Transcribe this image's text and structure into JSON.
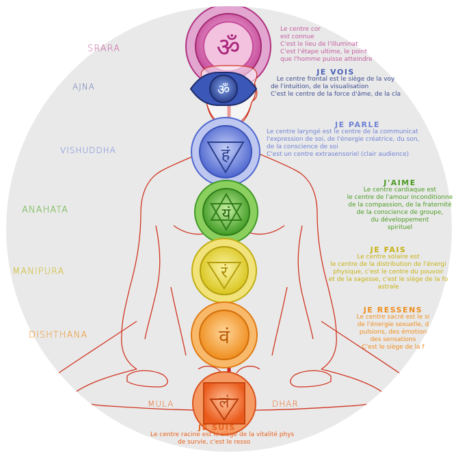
{
  "colors": {
    "background_disc": "#e9e9e9",
    "body_outline": "#d0321e",
    "spine": "#cc1f1f",
    "sahasrara": "#c64a9a",
    "ajna": "#2a3e8c",
    "vishuddha": "#4e66cf",
    "anahata": "#48a12a",
    "manipura": "#d9c51d",
    "svadhisthana": "#ef8d1d",
    "muladhara": "#ea5b1c"
  },
  "left_labels": {
    "sahasrara": "SRARA",
    "ajna": "AJNA",
    "vishuddha": "VISHUDDHA",
    "anahata": "ANAHATA",
    "manipura": "MANIPURA",
    "svadhisthana": "DISHTHANA",
    "mula": "MULA",
    "dhar": "DHAR"
  },
  "right_texts": {
    "sahasrara": {
      "heading": "",
      "lines": [
        "Le centre cor",
        "est connue",
        "C'est le lieu de l'illuminat",
        "C'est l'étape ultime, le point",
        "que l'homme puisse atteindre"
      ]
    },
    "ajna": {
      "heading": "JE VOIS",
      "lines": [
        "Le centre frontal est le siège de la voy",
        "de l'intuition, de la visualisation",
        "C'est le centre de la force d'âme, de la cla"
      ]
    },
    "vishuddha": {
      "heading": "JE PARLE",
      "lines": [
        "Le centre laryngé est le centre de la communicat",
        "l'expression de soi, de l'énergie créatrice, du son,",
        "de la conscience de soi",
        "C'est un centre extrasensoriel (clair audience)"
      ]
    },
    "anahata": {
      "heading": "J'AIME",
      "lines": [
        "Le centre cardiaque est",
        "le centre de l'amour inconditionne",
        "de la compassion, de la fraternité",
        "de la conscience de groupe,",
        "du développement",
        "spirituel"
      ]
    },
    "manipura": {
      "heading": "JE FAIS",
      "lines": [
        "Le centre solaire est",
        "le centre de la distribution de l'énergi",
        "physique, c'est le centre du pouvoir",
        "et de la sagesse, c'est le siège de la fo",
        "astrale"
      ]
    },
    "svadhisthana": {
      "heading": "JE RESSENS",
      "lines": [
        "Le centre sacré est le si",
        "de l'énergie sexuelle, d",
        "pulsions, des émotion",
        "des sensations",
        "C'est le siège de la f"
      ]
    },
    "muladhara": {
      "heading": "JE SUIS",
      "lines": [
        "Le centre racine est le siège de la vitalité phys",
        "de survie, c'est le resso"
      ]
    }
  },
  "chakra_glyphs": {
    "sahasrara": "ॐ",
    "ajna": "ॐ",
    "vishuddha": "हं",
    "anahata": "यं",
    "manipura": "रं",
    "svadhisthana": "वं",
    "muladhara": "लं"
  }
}
